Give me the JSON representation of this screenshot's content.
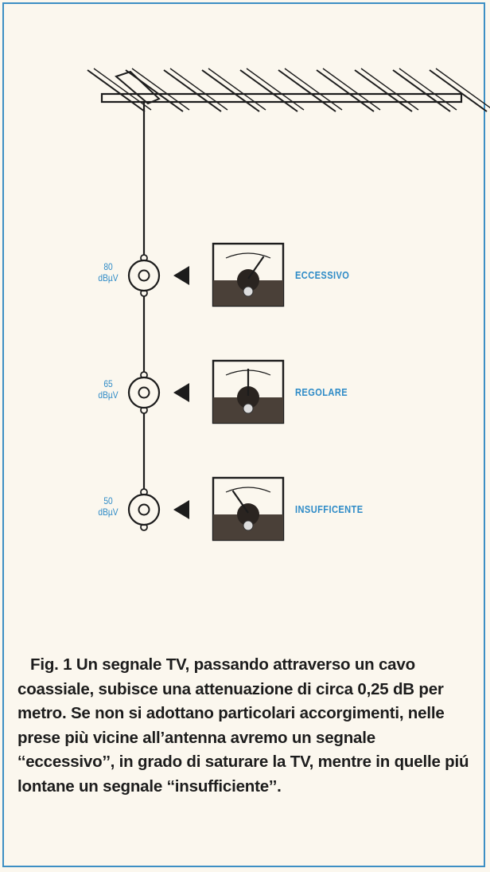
{
  "levels": [
    {
      "value": "80",
      "unit": "dBµV",
      "status": "ECCESSIVO"
    },
    {
      "value": "65",
      "unit": "dBµV",
      "status": "REGOLARE"
    },
    {
      "value": "50",
      "unit": "dBµV",
      "status": "INSUFFICENTE"
    }
  ],
  "caption": {
    "figure_number": "Fig. 1",
    "text": "Un segnale TV, passando attraverso un cavo coassiale, subisce una attenuazione di circa 0,25 dB per metro. Se non si adottano particolari accorgimenti, nelle prese più vicine all’antenna avremo un segnale ‘‘eccessivo’’, in grado di saturare la TV, mentre in quelle piú lontane un segnale ‘‘insufficiente’’."
  },
  "colors": {
    "frame": "#3d8fc4",
    "label_blue": "#2e8bc7",
    "ink": "#1c1c1c",
    "background": "#fbf7ee"
  }
}
